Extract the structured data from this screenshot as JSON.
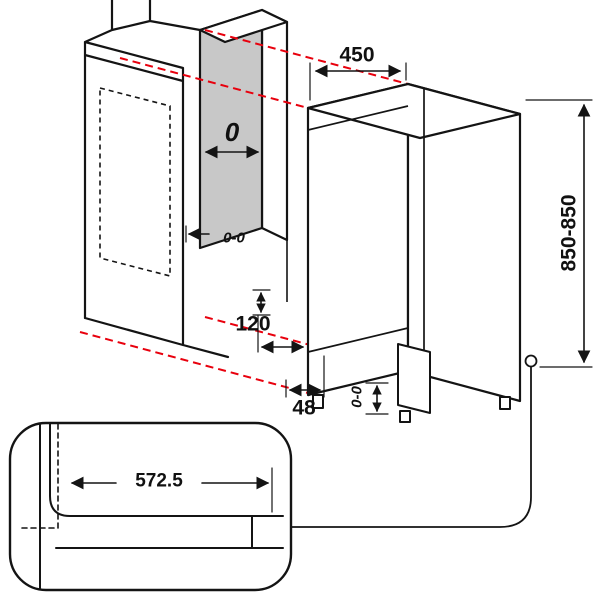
{
  "diagram": {
    "type": "appliance-installation-dimension-drawing",
    "labels": {
      "width_mm": "450",
      "height_mm": "850-850",
      "side_gap_mm": "0",
      "side_gap_range_mm": "0-0",
      "plinth_recess_mm": "120",
      "plinth_height_mm": "48",
      "foot_adjust_mm": "0-0",
      "plinth_depth_mm": "572.5"
    },
    "colors": {
      "line": "#141414",
      "alignment_dashed": "#e8000d",
      "panel_fill": "#c8c8c8"
    }
  }
}
